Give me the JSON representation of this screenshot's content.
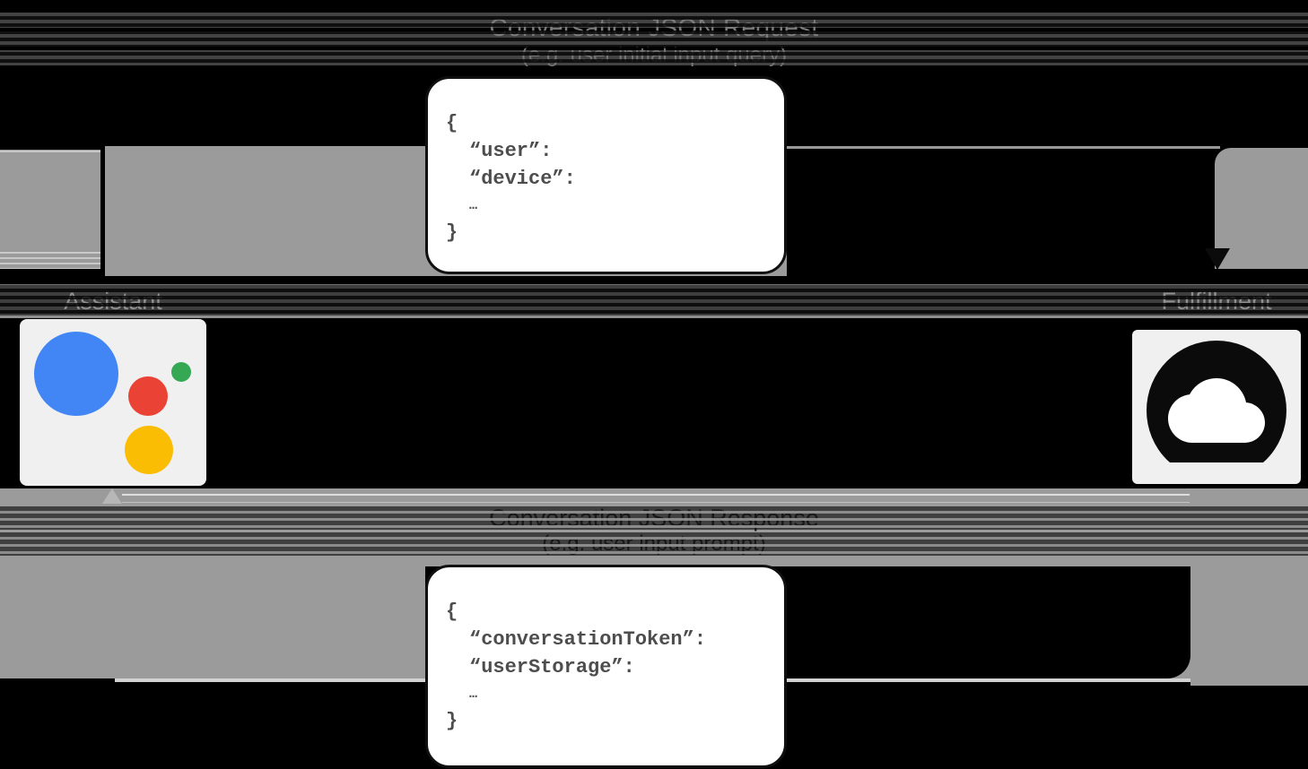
{
  "diagram": {
    "request": {
      "title": "Conversation JSON Request",
      "subtitle": "(e.g. user initial input query)",
      "code": {
        "open": "{",
        "line1": "“user”:",
        "line2": "“device”:",
        "ellipsis": "…",
        "close": "}"
      }
    },
    "response": {
      "title": "Conversation JSON Response",
      "subtitle": "(e.g. user input prompt)",
      "code": {
        "open": "{",
        "line1": "“conversationToken”:",
        "line2": "“userStorage”:",
        "ellipsis": "…",
        "close": "}"
      }
    },
    "nodes": {
      "assistant": {
        "label": "Assistant"
      },
      "fulfillment": {
        "label": "Fulfillment"
      }
    },
    "colors": {
      "assistant_blue": "#4285F4",
      "assistant_red": "#EA4335",
      "assistant_green": "#34A853",
      "assistant_yellow": "#FBBC04",
      "arrow_gray": "#9B9B9B",
      "cloud_icon_black": "#0B0B0B"
    }
  }
}
